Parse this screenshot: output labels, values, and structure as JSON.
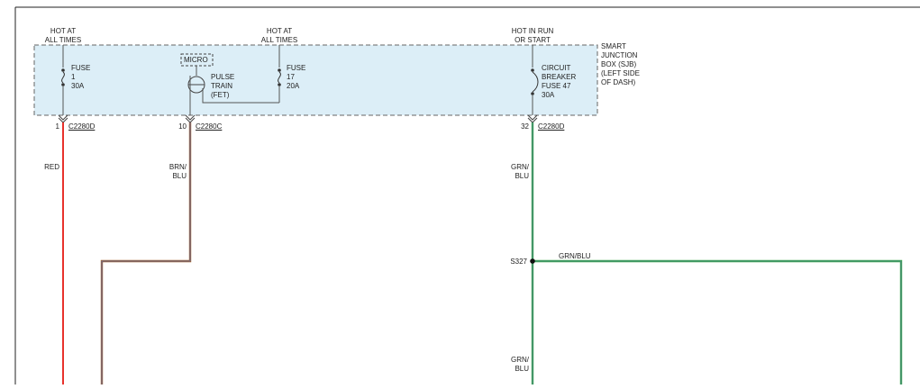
{
  "power_sources": {
    "left": "HOT AT\nALL TIMES",
    "middle": "HOT AT\nALL TIMES",
    "right": "HOT IN RUN\nOR START"
  },
  "module": {
    "name": "SMART\nJUNCTION\nBOX (SJB)\n(LEFT SIDE\nOF DASH)",
    "micro_label": "MICRO",
    "pulse_train": "PULSE\nTRAIN\n(FET)"
  },
  "fuses": [
    {
      "label": "FUSE\n1\n30A"
    },
    {
      "label": "FUSE\n17\n20A"
    },
    {
      "label": "CIRCUIT\nBREAKER\nFUSE 47\n30A"
    }
  ],
  "pins": [
    {
      "pin": "1",
      "connector": "C2280D"
    },
    {
      "pin": "10",
      "connector": "C2280C"
    },
    {
      "pin": "32",
      "connector": "C2280D"
    }
  ],
  "wires": {
    "red": "RED",
    "brn_blu": "BRN/\nBLU",
    "grn_blu_upper": "GRN/\nBLU",
    "grn_blu_lower": "GRN/\nBLU",
    "grn_blu_branch": "GRN/BLU"
  },
  "splice": "S327",
  "colors": {
    "red_wire": "#e8322c",
    "brown_wire": "#a0612e",
    "blue_wire": "#5a6fb0",
    "green_wire": "#3aa84a",
    "module_fill": "#dceef7",
    "line": "#555555"
  }
}
